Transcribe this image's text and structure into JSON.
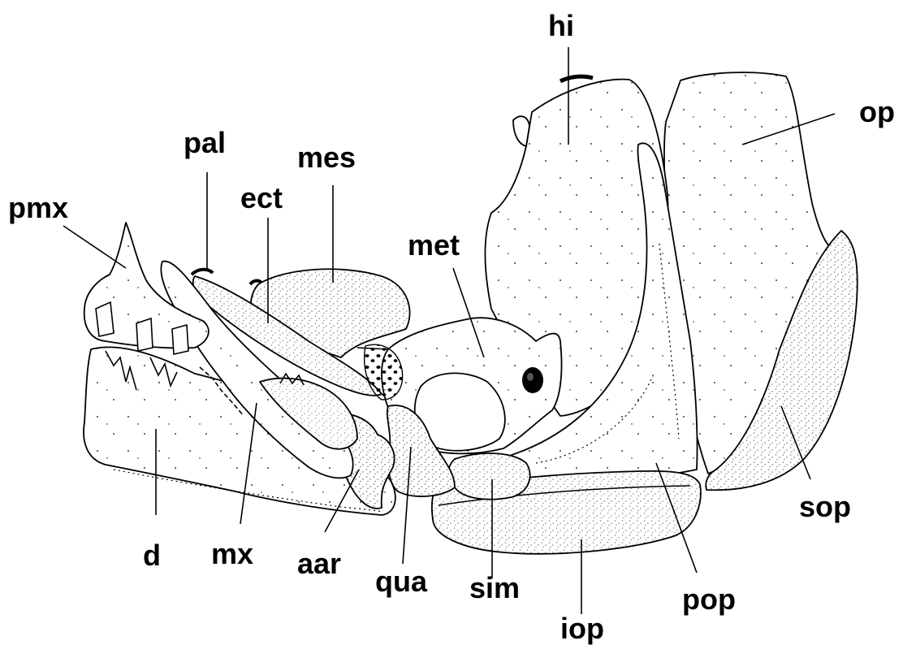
{
  "figure": {
    "labels": {
      "hi": "hi",
      "op": "op",
      "pal": "pal",
      "mes": "mes",
      "ect": "ect",
      "pmx": "pmx",
      "met": "met",
      "d": "d",
      "mx": "mx",
      "aar": "aar",
      "qua": "qua",
      "sim": "sim",
      "iop": "iop",
      "pop": "pop",
      "sop": "sop"
    }
  }
}
